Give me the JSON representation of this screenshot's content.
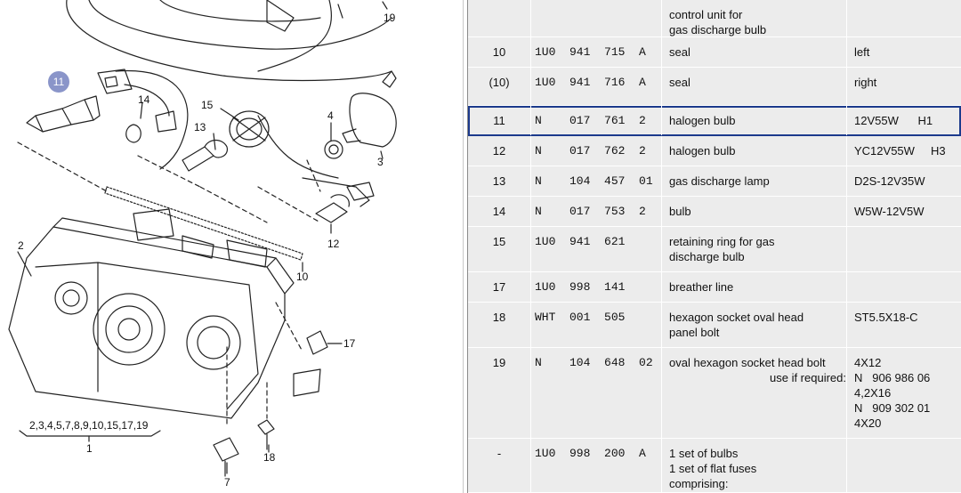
{
  "diagram": {
    "callouts": [
      "19",
      "11",
      "14",
      "15",
      "13",
      "4",
      "3",
      "2",
      "12",
      "10",
      "17",
      "18",
      "7",
      "1"
    ],
    "group_label": "2,3,4,5,7,8,9,10,15,17,19",
    "highlight_color": "#8a95c9"
  },
  "parts_table": {
    "rows": [
      {
        "pos": "",
        "part": "",
        "desc": [
          "control unit for",
          "gas discharge bulb"
        ],
        "remark": []
      },
      {
        "pos": "10",
        "part": "1U0  941  715  A",
        "desc": [
          "seal"
        ],
        "remark": [
          "left"
        ]
      },
      {
        "pos": "(10)",
        "part": "1U0  941  716  A",
        "desc": [
          "seal"
        ],
        "remark": [
          "right"
        ]
      },
      {
        "pos": "11",
        "part": "N    017  761  2",
        "desc": [
          "halogen bulb"
        ],
        "remark": [
          "12V55W      H1"
        ],
        "selected": true
      },
      {
        "pos": "12",
        "part": "N    017  762  2",
        "desc": [
          "halogen bulb"
        ],
        "remark": [
          "YC12V55W     H3"
        ]
      },
      {
        "pos": "13",
        "part": "N    104  457  01",
        "desc": [
          "gas discharge lamp"
        ],
        "remark": [
          "D2S-12V35W"
        ]
      },
      {
        "pos": "14",
        "part": "N    017  753  2",
        "desc": [
          "bulb"
        ],
        "remark": [
          "W5W-12V5W"
        ]
      },
      {
        "pos": "15",
        "part": "1U0  941  621",
        "desc": [
          "retaining ring for gas",
          "discharge bulb"
        ],
        "remark": []
      },
      {
        "pos": "17",
        "part": "1U0  998  141",
        "desc": [
          "breather line"
        ],
        "remark": []
      },
      {
        "pos": "18",
        "part": "WHT  001  505",
        "desc": [
          "hexagon socket oval head",
          "panel bolt"
        ],
        "remark": [
          "ST5.5X18-C"
        ]
      },
      {
        "pos": "19",
        "part": "N    104  648  02",
        "desc": [
          "oval hexagon socket head bolt",
          "use if required:"
        ],
        "remark": [
          "4X12",
          "N   906 986 06",
          "4,2X16",
          "N   909 302 01",
          "4X20"
        ]
      },
      {
        "pos": "-",
        "part": "1U0  998  200  A",
        "desc": [
          "1 set of bulbs",
          "1 set of flat fuses",
          "comprising:"
        ],
        "remark": []
      }
    ]
  }
}
